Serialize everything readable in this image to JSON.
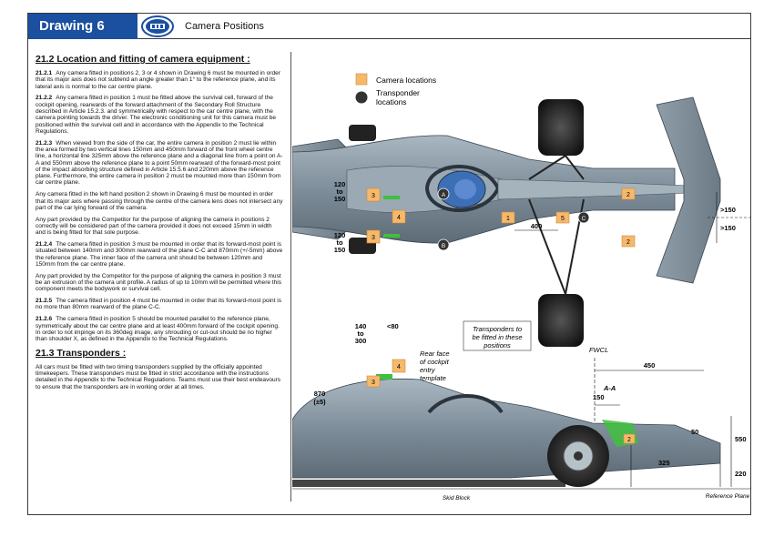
{
  "header": {
    "drawing_label": "Drawing 6",
    "title": "Camera Positions"
  },
  "section_21_2": {
    "title": "21.2   Location and fitting of camera equipment :",
    "paras": [
      {
        "num": "21.2.1",
        "text": "Any camera fitted in positions 2, 3 or 4 shown in Drawing 6 must be mounted in order that its major axis does not subtend an angle greater than 1° to the reference plane, and its lateral axis is normal to the car centre plane."
      },
      {
        "num": "21.2.2",
        "text": "Any camera fitted in position 1 must be fitted above the survival cell, forward of the cockpit opening, rearwards of the forward attachment of the Secondary Roll Structure described in Article 15.2.3. and symmetrically with respect to the car centre plane, with the camera pointing towards the driver. The electronic conditioning unit for this camera must be positioned within the survival cell and in accordance with the Appendix to the Technical Regulations."
      },
      {
        "num": "21.2.3",
        "text": "When viewed from the side of the car, the entire camera in position 2 must lie within the area formed by two vertical lines 150mm and 450mm forward of the front wheel centre line, a horizontal line 325mm above the reference plane and a diagonal line from a point on A-A and 550mm above the reference plane to a point 50mm rearward of the forward-most point of the impact absorbing structure defined in Article 15.5.6 and 220mm above the reference plane. Furthermore, the entire camera in position 2 must be mounted more than 150mm from car centre plane."
      },
      {
        "num": "",
        "text": "Any camera fitted in the left hand position 2 shown in Drawing 6 must be mounted in order that its major axis where passing through the centre of the camera lens does not intersect any part of the car lying forward of the camera."
      },
      {
        "num": "",
        "text": "Any part provided by the Competitor for the purpose of aligning the camera in positions 2 correctly will be considered part of the camera provided it does not exceed 15mm in width and is being fitted for that sole purpose."
      },
      {
        "num": "21.2.4",
        "text": "The camera fitted in position 3 must be mounted in order that its forward-most point is situated between 140mm and 300mm rearward of the plane C-C and 870mm (+/-5mm) above the reference plane. The inner face of the camera unit should be between 120mm and 150mm from the car centre plane."
      },
      {
        "num": "",
        "text": "Any part provided by the Competitor for the purpose of aligning the camera in position 3 must be an extrusion of the camera unit profile. A radius of up to 10mm will be permitted where this component meets the bodywork or survival cell."
      },
      {
        "num": "21.2.5",
        "text": "The camera fitted in position 4 must be mounted in order that its forward-most point is no more than 80mm rearward of the plane C-C."
      },
      {
        "num": "21.2.6",
        "text": "The camera fitted in position 5 should be mounted parallel to the reference plane, symmetrically about the car centre plane and at least 400mm forward of the cockpit opening. In order to not impinge on its 360deg image, any shrouding or cut-out should be no higher than shoulder X, as defined in the Appendix to the Technical Regulations."
      }
    ]
  },
  "section_21_3": {
    "title": "21.3   Transponders :",
    "paras": [
      {
        "num": "",
        "text": "All cars must be fitted with two timing transponders supplied by the officially appointed timekeepers. These transponders must be fitted in strict accordance with the instructions detailed in the Appendix to the Technical Regulations. Teams must use their best endeavours to ensure that the transponders are in working order at all times."
      }
    ]
  },
  "legend": {
    "camera_label": "Camera locations",
    "transponder_label_1": "Transponder",
    "transponder_label_2": "locations"
  },
  "diagram": {
    "cam_labels": {
      "c1": "1",
      "c2a": "2",
      "c2b": "2",
      "c2side": "2",
      "c3a": "3",
      "c3b": "3",
      "c3side": "3",
      "c4a": "4",
      "c4side": "4",
      "c5": "5"
    },
    "transponder_a": "A",
    "transponder_b": "B",
    "transponder_c": "C",
    "dim_120_top": "120",
    "dim_to_top": "to",
    "dim_150_top": "150",
    "dim_120_bot": "120",
    "dim_to_bot": "to",
    "dim_150_bot": "150",
    "dim_400": "400",
    "dim_gt150_top": ">150",
    "dim_gt150_bot": ">150",
    "dim_140": "140",
    "dim_to_mid": "to",
    "dim_300": "300",
    "dim_lt80": "<80",
    "note_rear_face_1": "Rear face",
    "note_rear_face_2": "of cockpit",
    "note_rear_face_3": "entry",
    "note_rear_face_4": "template",
    "note_transponders_1": "Transponders to",
    "note_transponders_2": "be fitted in these",
    "note_transponders_3": "positions",
    "fwcl": "FWCL",
    "dim_450": "450",
    "section_aa": "A-A",
    "dim_150_side": "150",
    "dim_870": "870",
    "dim_pm5": "(±5)",
    "dim_50": "50",
    "dim_550": "550",
    "dim_325": "325",
    "dim_220": "220",
    "skid_block": "Skid Block",
    "reference_plane": "Reference Plane"
  },
  "colors": {
    "header_blue": "#1b4fa0",
    "camera_orange": "#f6b96b",
    "green_zone": "#3fbf3f",
    "car_grey": "#8a9aa6"
  }
}
